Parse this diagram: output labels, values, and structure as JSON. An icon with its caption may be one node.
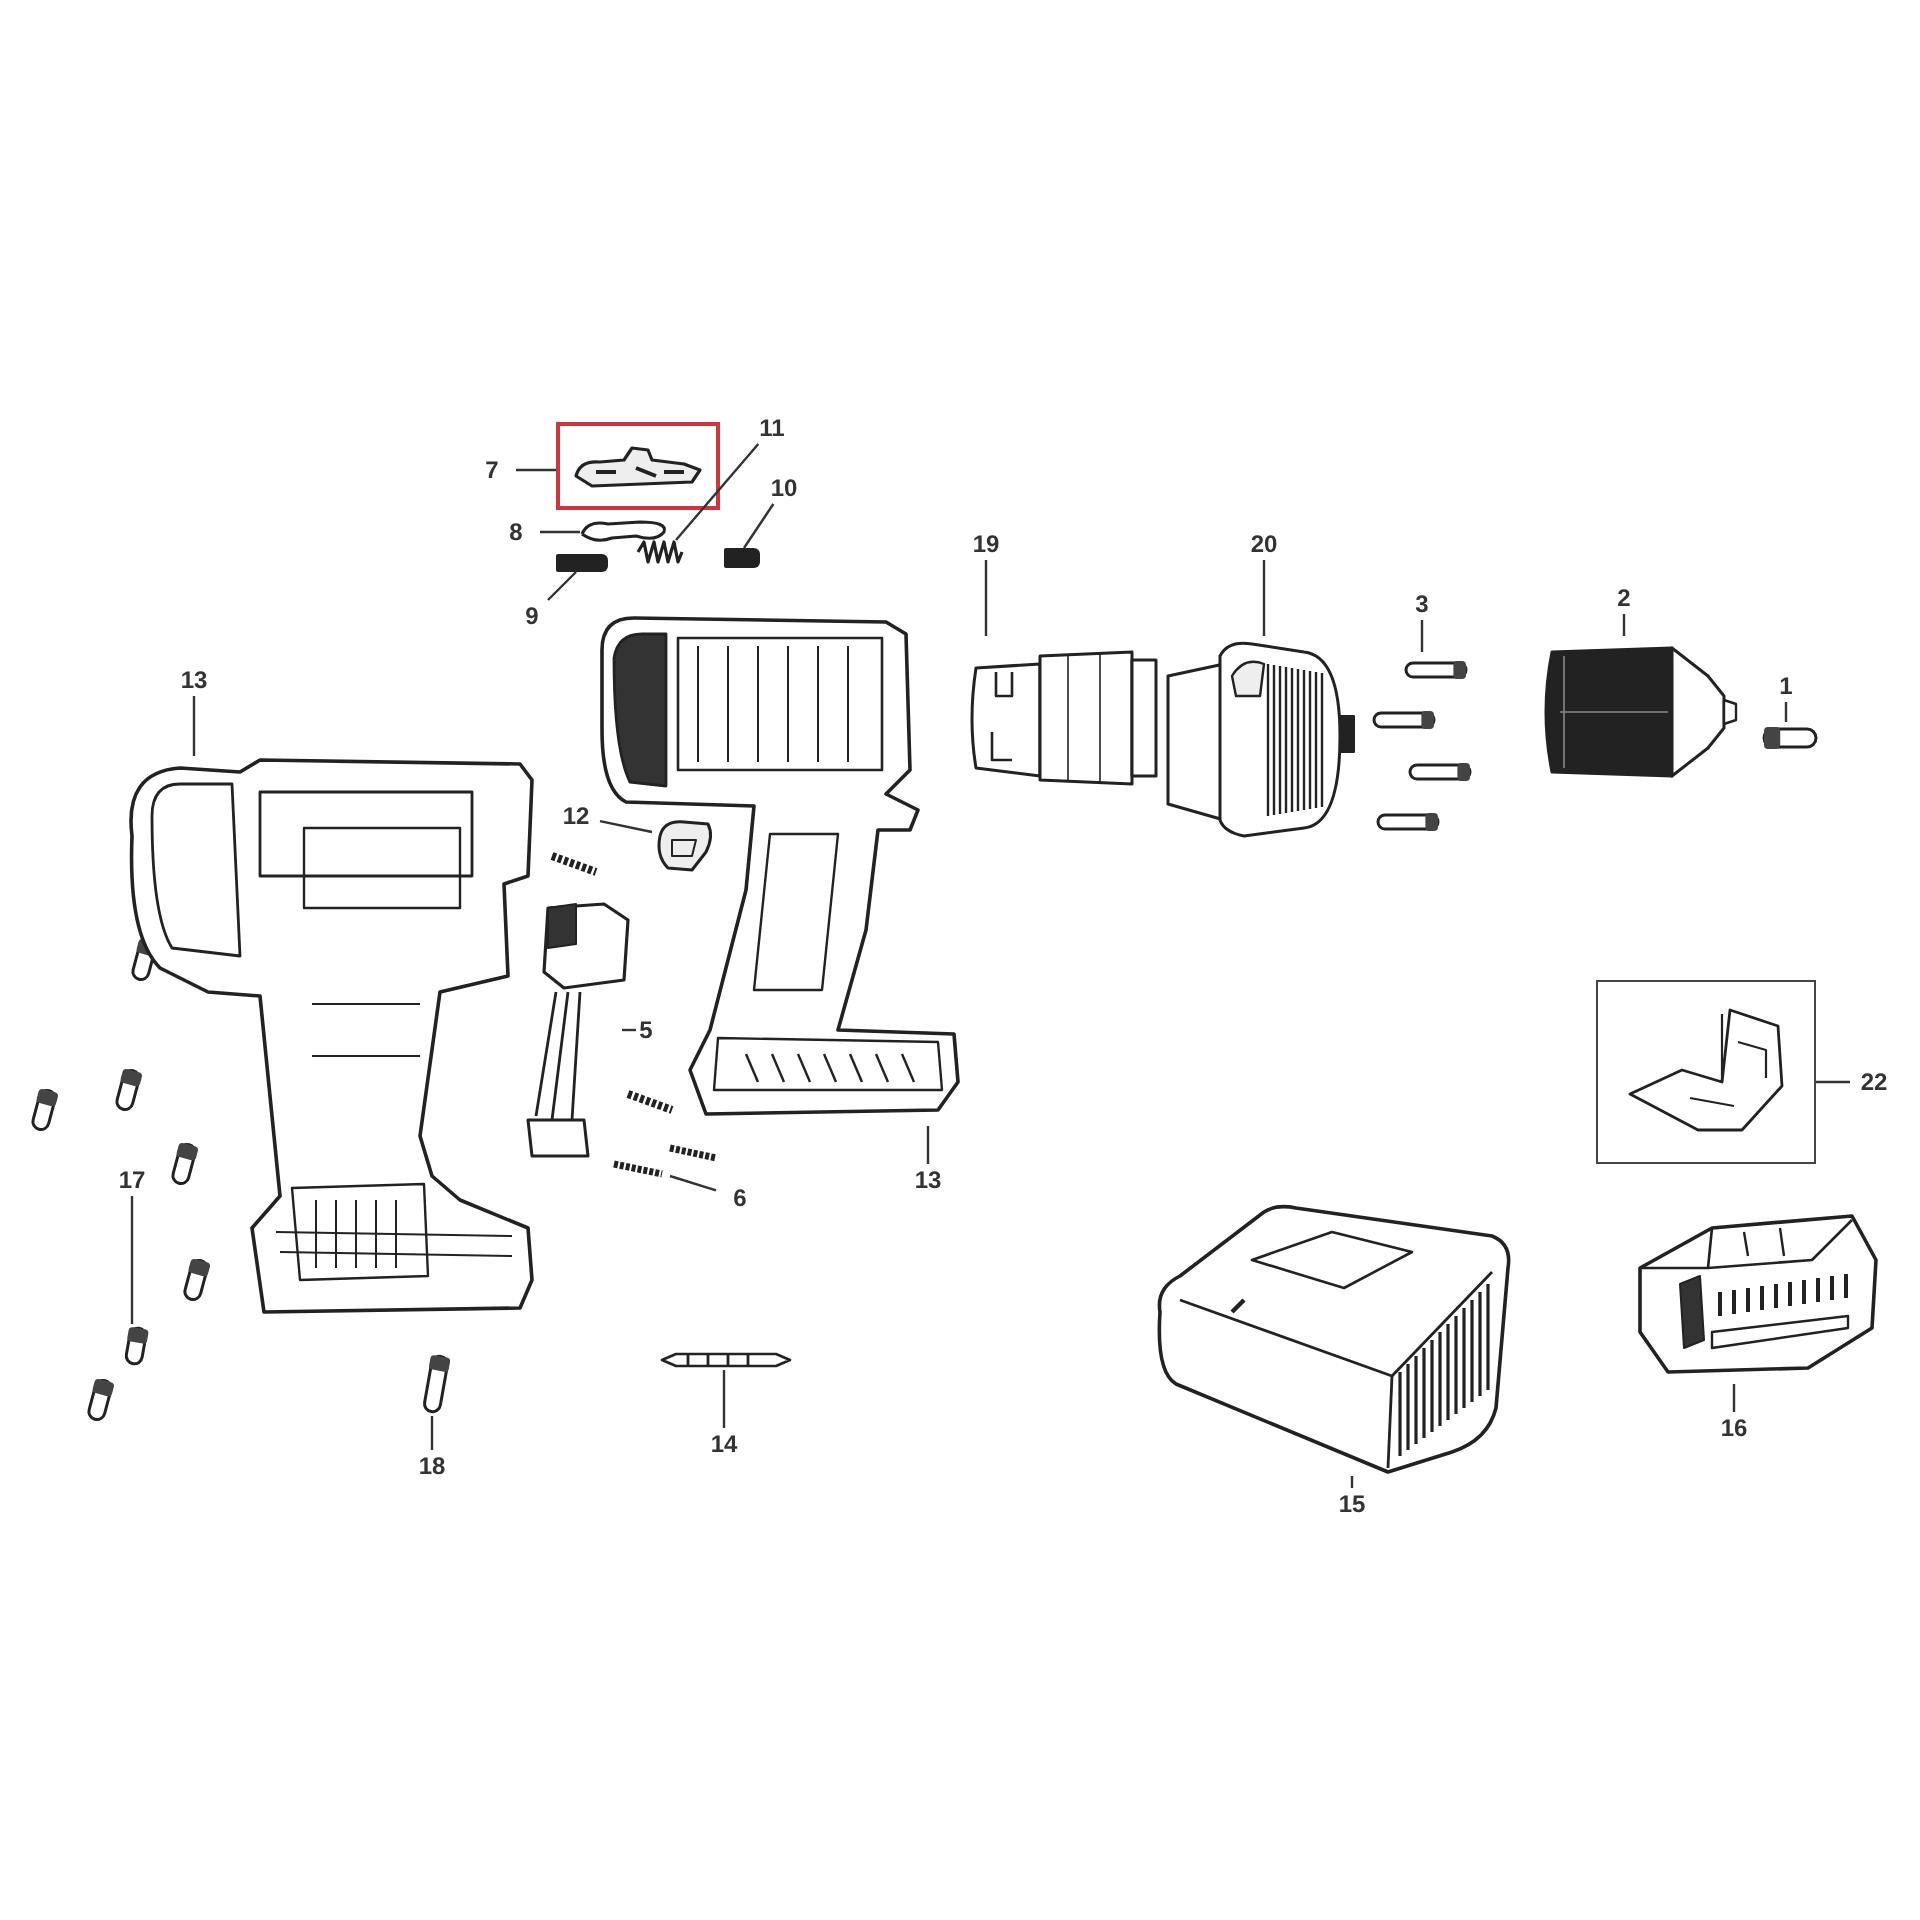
{
  "diagram": {
    "nodes": [
      {
        "text": [
          "7"
        ]
      },
      {
        "text": [],
        "shape": "box"
      },
      {
        "text": [],
        "shape": "picture",
        "in": 1
      },
      {
        "text": [
          "11"
        ]
      },
      {
        "text": [
          "8"
        ]
      },
      {
        "text": [],
        "shape": "picture"
      },
      {
        "text": [],
        "shape": "picture"
      },
      {
        "text": [
          "10"
        ]
      },
      {
        "text": [],
        "shape": "bar"
      },
      {
        "text": [
          "9"
        ]
      },
      {
        "text": [],
        "shape": "bar"
      },
      {
        "text": [
          "19"
        ]
      },
      {
        "text": [
          "20"
        ]
      },
      {
        "text": [
          "3"
        ]
      },
      {
        "text": [
          "2"
        ]
      },
      {
        "text": [
          "1"
        ]
      },
      {
        "text": [],
        "shape": "picture"
      },
      {
        "text": [],
        "shape": "picture"
      },
      {
        "text": [],
        "shape": "picture"
      },
      {
        "text": [],
        "shape": "picture"
      },
      {
        "text": [],
        "shape": "picture"
      },
      {
        "text": [
          "13"
        ]
      },
      {
        "text": [],
        "shape": "picture"
      },
      {
        "text": [],
        "shape": "picture"
      },
      {
        "text": [
          "12"
        ]
      },
      {
        "text": [],
        "shape": "picture"
      },
      {
        "text": [
          "5"
        ]
      },
      {
        "text": [],
        "shape": "picture"
      },
      {
        "text": [
          "22"
        ]
      },
      {
        "text": [],
        "shape": "box"
      },
      {
        "text": [],
        "shape": "picture",
        "in": 29
      },
      {
        "text": [
          "6"
        ]
      },
      {
        "text": [],
        "shape": "picture"
      },
      {
        "text": [
          "13"
        ]
      },
      {
        "text": [
          "17"
        ]
      },
      {
        "text": [],
        "shape": "picture"
      },
      {
        "text": [],
        "shape": "picture"
      },
      {
        "text": [],
        "shape": "picture"
      },
      {
        "text": [],
        "shape": "picture"
      },
      {
        "text": [
          "16"
        ]
      },
      {
        "text": [],
        "shape": "picture"
      },
      {
        "text": [
          "18"
        ]
      },
      {
        "text": [
          "14"
        ]
      },
      {
        "text": [
          "15"
        ]
      }
    ],
    "edges": [
      {
        "from": 0,
        "to": 1,
        "arrow": "none"
      },
      {
        "from": 4,
        "to": 5,
        "arrow": "none"
      },
      {
        "from": 3,
        "to": 6,
        "arrow": "none"
      },
      {
        "from": 7,
        "to": 10,
        "arrow": "none"
      },
      {
        "from": 9,
        "to": 8,
        "arrow": "none"
      },
      {
        "from": 11,
        "to": 16,
        "arrow": "none"
      },
      {
        "from": 12,
        "to": 17,
        "arrow": "none"
      },
      {
        "from": 13,
        "to": 18,
        "arrow": "none"
      },
      {
        "from": 14,
        "to": 19,
        "arrow": "none"
      },
      {
        "from": 15,
        "to": 20,
        "arrow": "none"
      },
      {
        "from": 21,
        "to": 22,
        "arrow": "none"
      },
      {
        "from": 24,
        "to": 25,
        "arrow": "none"
      },
      {
        "from": 26,
        "to": 27,
        "arrow": "none"
      },
      {
        "from": 28,
        "to": 29,
        "arrow": "none"
      },
      {
        "from": 31,
        "to": 32,
        "arrow": "none"
      },
      {
        "from": 33,
        "to": 23,
        "arrow": "none"
      },
      {
        "from": 34,
        "to": 35,
        "arrow": "none"
      },
      {
        "from": 39,
        "to": 38,
        "arrow": "none"
      },
      {
        "from": 41,
        "to": 40,
        "arrow": "none"
      },
      {
        "from": 42,
        "to": 36,
        "arrow": "none"
      },
      {
        "from": 43,
        "to": 37,
        "arrow": "none"
      }
    ]
  }
}
